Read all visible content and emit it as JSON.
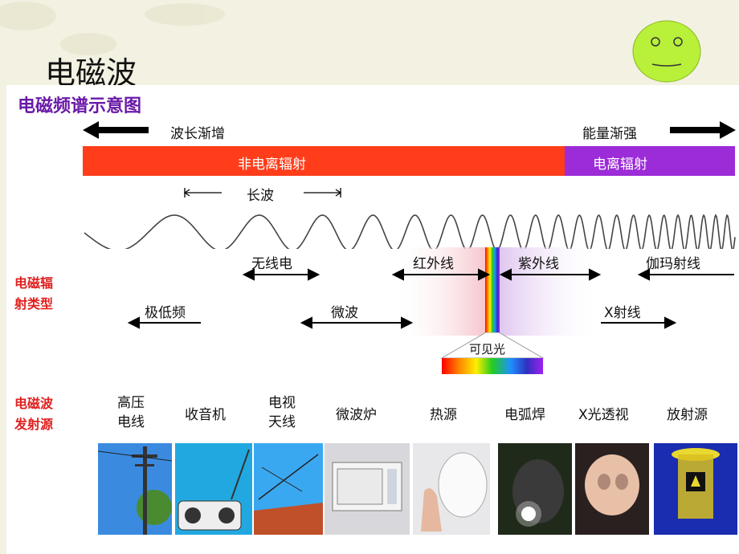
{
  "slide": {
    "title": "电磁波"
  },
  "diagram": {
    "title": "电磁频谱示意图",
    "wavelength_label": "波长渐增",
    "energy_label": "能量渐强",
    "non_ionizing": "非电离辐射",
    "ionizing": "电离辐射",
    "long_wave": "长波",
    "radiation_types_label": [
      "电磁辐",
      "射类型"
    ],
    "types": {
      "radio": "无线电",
      "infrared": "红外线",
      "ultraviolet": "紫外线",
      "gamma": "伽玛射线",
      "elf": "极低频",
      "microwave": "微波",
      "xray": "X射线",
      "visible": "可见光"
    },
    "sources_label": [
      "电磁波",
      "发射源"
    ],
    "sources": [
      "高压\n电线",
      "收音机",
      "电视\n天线",
      "微波炉",
      "热源",
      "电弧焊",
      "X光透视",
      "放射源"
    ]
  },
  "colors": {
    "non_ionizing": "#ff3d1a",
    "ionizing": "#9c2bd8",
    "label_red": "#e02020",
    "title_purple": "#6a1aa8",
    "smiley": "#b8f03a"
  }
}
